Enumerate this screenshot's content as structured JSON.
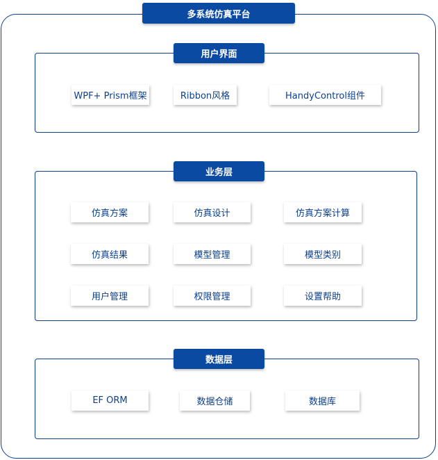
{
  "title": "多系统仿真平台",
  "layers": {
    "ui": {
      "label": "用户界面",
      "items": [
        "WPF+ Prism框架",
        "Ribbon风格",
        "HandyControl组件"
      ]
    },
    "business": {
      "label": "业务层",
      "items": [
        "仿真方案",
        "仿真设计",
        "仿真方案计算",
        "仿真结果",
        "模型管理",
        "模型类别",
        "用户管理",
        "权限管理",
        "设置帮助"
      ]
    },
    "data": {
      "label": "数据层",
      "items": [
        "EF ORM",
        "数据仓储",
        "数据库"
      ]
    }
  },
  "colors": {
    "primary": "#0b4aa2",
    "border": "#0b3f8c",
    "text": "#0b3f8c"
  }
}
